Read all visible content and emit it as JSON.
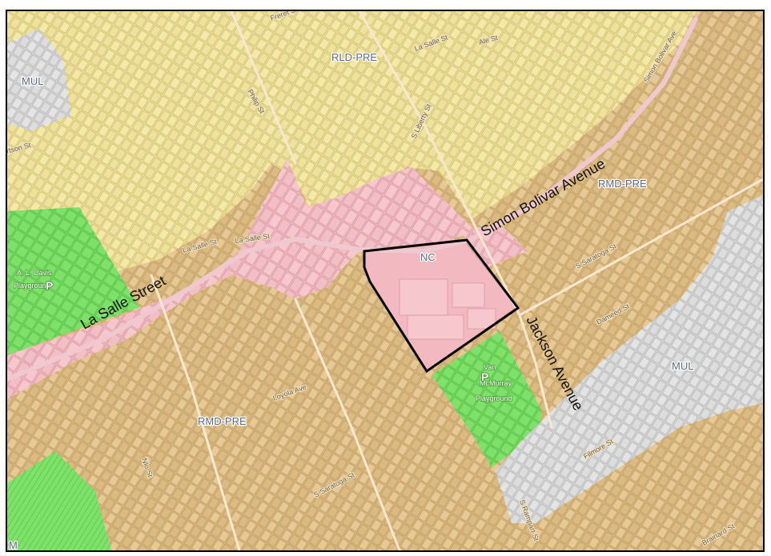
{
  "zones": {
    "rld_pre": "RLD-PRE",
    "rmd_pre_north": "RMD-PRE",
    "rmd_pre_south": "RMD-PRE",
    "nc": "NC",
    "mul_west": "MUL",
    "mul_east": "MUL",
    "m_corner": "M"
  },
  "streets": {
    "la_salle_street": "La Salle Street",
    "simon_bolivar": "Simon Bolivar Avenue",
    "jackson_avenue": "Jackson Avenue",
    "minor": {
      "freret_st": "Freret St",
      "la_salle_st_1": "La Salle St",
      "la_salle_st_2": "La Salle St",
      "la_salle_st_3": "La Salle St",
      "simon_bolivar_ave": "Simon Bolivar Ave",
      "philip_st": "Philip St",
      "s_liberty_st": "S Liberty St",
      "s_saratoga_st_1": "S Saratoga St",
      "s_saratoga_st_2": "S Saratoga St",
      "dameed_st": "Dameed St",
      "loyola_ave": "Loyola Ave",
      "s_rampart_st": "S Rampart St",
      "brainard_st": "Brainard St",
      "arton_st": "rtson St",
      "filmore_st": "Filmore St",
      "ale_st": "Ale St",
      "nlo_st": "Nlo St"
    }
  },
  "parks": {
    "al_davis": {
      "name": "A. L. Davis Playground",
      "line1": "A. L. Davis",
      "line2": "Playground",
      "parking": "P"
    },
    "van_mcmurray": {
      "name": "Van McMurray Playground",
      "line1": "Van",
      "line2": "McMurray",
      "line3": "Playground",
      "parking": "P"
    }
  },
  "colors": {
    "rld": "#ecdf97",
    "rmd": "#d9b67c",
    "nc": "#f2b9c0",
    "mul": "#d6d6d6",
    "park": "#71d95c",
    "boundary": "#000000"
  }
}
